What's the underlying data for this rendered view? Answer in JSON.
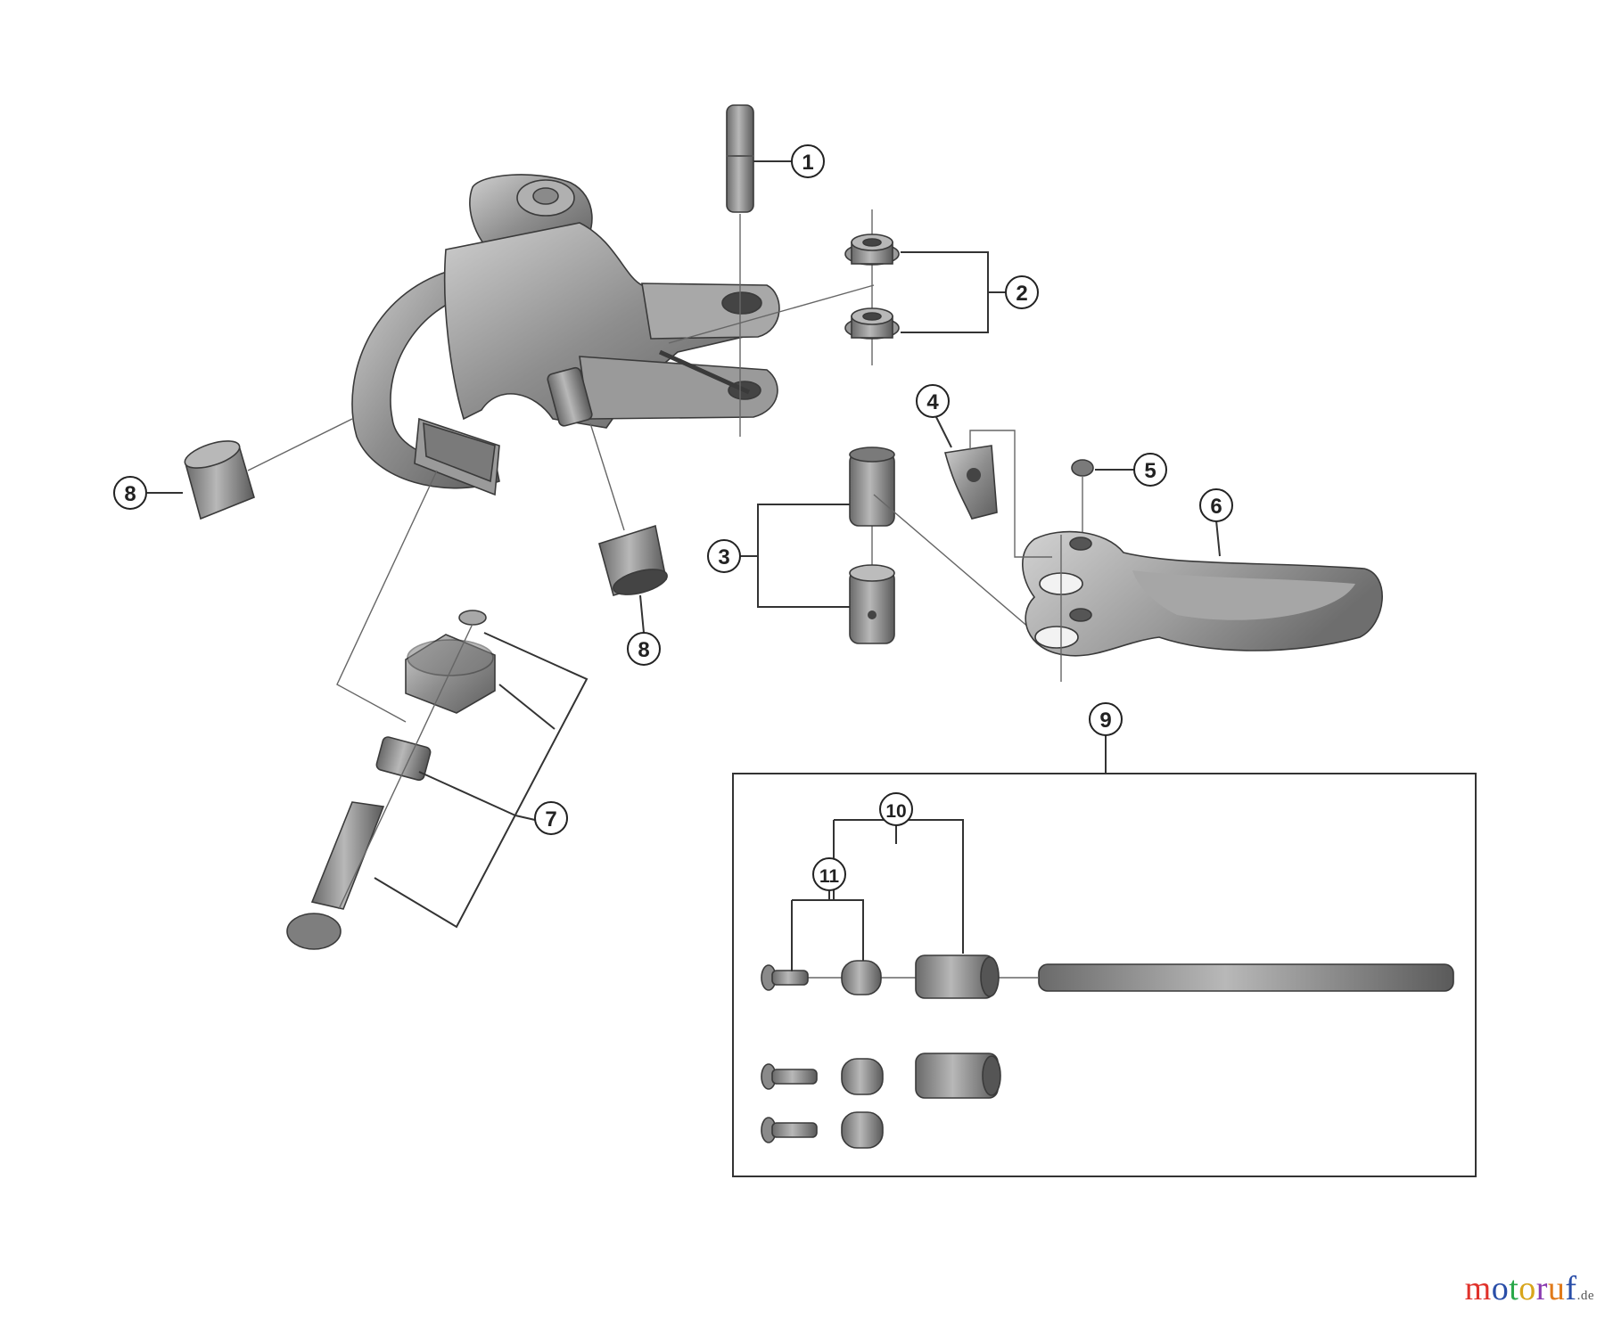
{
  "callouts": {
    "c1": "1",
    "c2": "2",
    "c3": "3",
    "c4": "4",
    "c5": "5",
    "c6": "6",
    "c7": "7",
    "c8a": "8",
    "c8b": "8",
    "c9": "9",
    "c10": "10",
    "c11": "11"
  },
  "watermark": {
    "text": "motoruf",
    "tld": ".de",
    "colors": [
      "#e0322b",
      "#2a4ea8",
      "#2aa84a",
      "#d8a51a",
      "#8a3ab0",
      "#e07a1a",
      "#2a4ea8"
    ]
  },
  "part_color": "#8e8e8e",
  "part_dark": "#5a5a5a",
  "part_light": "#c4c4c4"
}
